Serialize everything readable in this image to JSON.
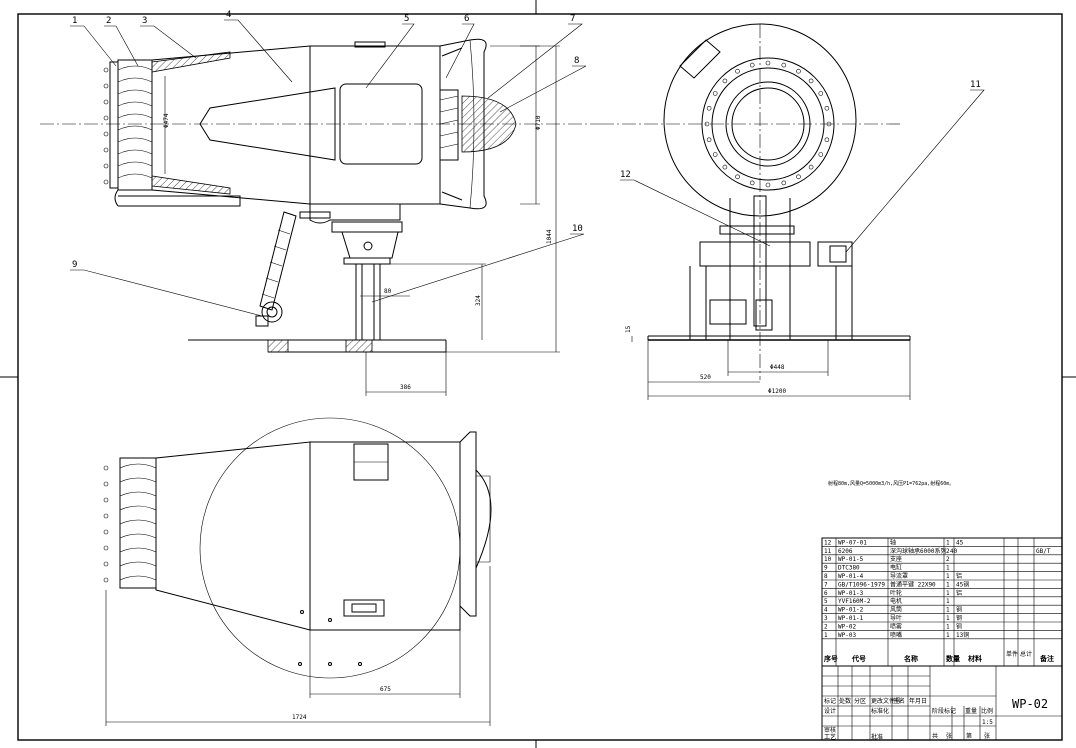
{
  "balloons": [
    "1",
    "2",
    "3",
    "4",
    "5",
    "6",
    "7",
    "8",
    "9",
    "10",
    "11",
    "12"
  ],
  "dimensions": {
    "d474": "Φ474",
    "d710": "Φ710",
    "h1044": "1044",
    "h324": "324",
    "w80": "80",
    "w386": "386",
    "h15": "15",
    "w520": "520",
    "w448": "Φ448",
    "w1200": "Φ1200",
    "w675": "675",
    "w1724": "1724"
  },
  "note": "射程80m,风量Q=5000m3/h,风压P1=762pa,射程60m。",
  "parts": [
    {
      "no": "12",
      "code": "WP-07-01",
      "name": "轴",
      "qty": "1",
      "material": "45",
      "remark": ""
    },
    {
      "no": "11",
      "code": "6206",
      "name": "深沟球轴承6000系列 40",
      "qty": "2",
      "material": "",
      "remark": "GB/T"
    },
    {
      "no": "10",
      "code": "WP-01-5",
      "name": "支座",
      "qty": "2",
      "material": "",
      "remark": ""
    },
    {
      "no": "9",
      "code": "DTC380",
      "name": "电缸",
      "qty": "1",
      "material": "",
      "remark": ""
    },
    {
      "no": "8",
      "code": "WP-01-4",
      "name": "导流罩",
      "qty": "1",
      "material": "铝",
      "remark": ""
    },
    {
      "no": "7",
      "code": "GB/T1096-1979",
      "name": "普通平键 22X90",
      "qty": "1",
      "material": "45钢",
      "remark": ""
    },
    {
      "no": "6",
      "code": "WP-01-3",
      "name": "叶轮",
      "qty": "1",
      "material": "铝",
      "remark": ""
    },
    {
      "no": "5",
      "code": "YVF160M-2",
      "name": "电机",
      "qty": "1",
      "material": "",
      "remark": ""
    },
    {
      "no": "4",
      "code": "WP-01-2",
      "name": "风筒",
      "qty": "1",
      "material": "钢",
      "remark": ""
    },
    {
      "no": "3",
      "code": "WP-01-1",
      "name": "导叶",
      "qty": "1",
      "material": "钢",
      "remark": ""
    },
    {
      "no": "2",
      "code": "WP-02",
      "name": "喷雾",
      "qty": "1",
      "material": "铜",
      "remark": ""
    },
    {
      "no": "1",
      "code": "WP-03",
      "name": "喷嘴",
      "qty": "1",
      "material": "13铜",
      "remark": ""
    }
  ],
  "parts_header": {
    "no": "序号",
    "code": "代号",
    "name": "名称",
    "qty": "数量",
    "material": "材料",
    "unit_weight": "单件",
    "total_weight": "总计",
    "remark": "备注"
  },
  "title_block": {
    "drawing_no": "WP-02",
    "scale_value": "1:5",
    "labels": [
      "标记",
      "处数",
      "分区",
      "更改文件号",
      "签名",
      "年月日",
      "设计",
      "标准化",
      "审核",
      "工艺",
      "批准",
      "阶段标记",
      "重量",
      "比例",
      "共",
      "张",
      "第",
      "张"
    ]
  }
}
